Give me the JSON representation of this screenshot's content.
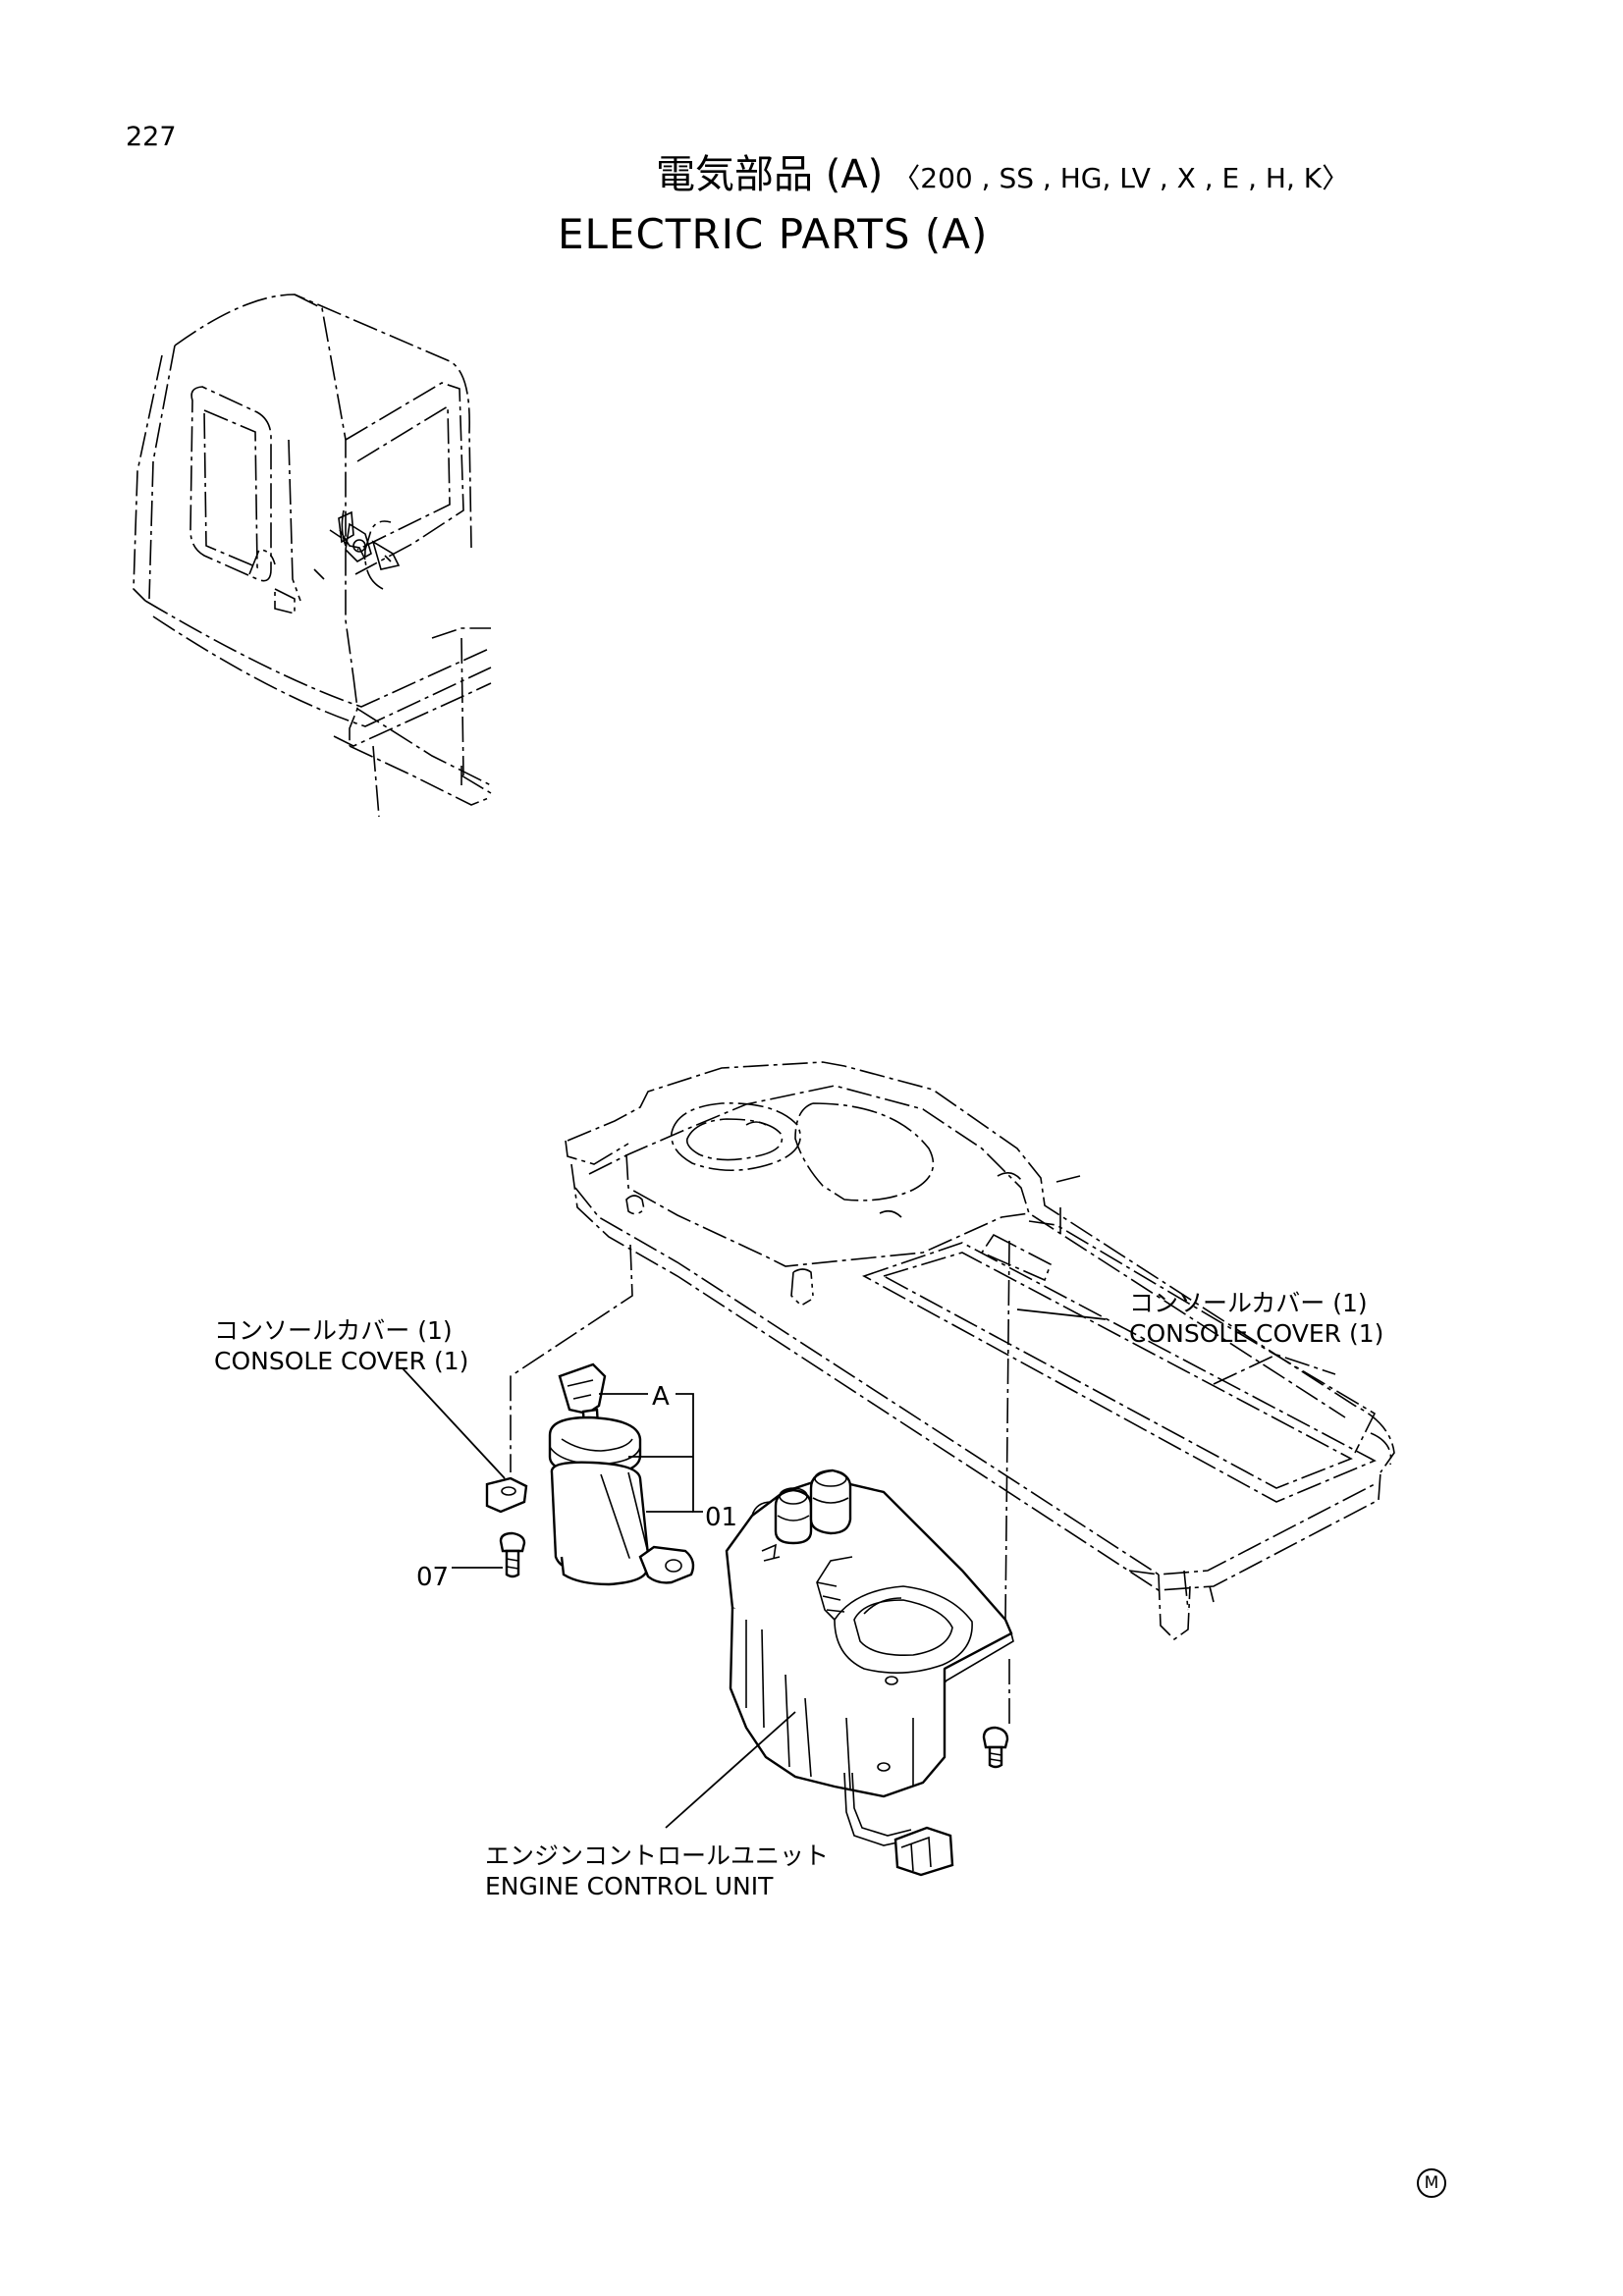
{
  "page": {
    "number": "227",
    "title_jp": "電気部品 (A)",
    "title_models": "〈200 , SS , HG, LV , X , E , H, K〉",
    "title_en": "ELECTRIC PARTS (A)",
    "mark": "M"
  },
  "labels": {
    "console_cover_left_jp": "コンソールカバー (1)",
    "console_cover_left_en": "CONSOLE COVER (1)",
    "console_cover_right_jp": "コンソールカバー (1)",
    "console_cover_right_en": "CONSOLE COVER (1)",
    "ecu_jp": "エンジンコントロールユニット",
    "ecu_en": "ENGINE CONTROL UNIT",
    "callout_a": "A",
    "callout_01": "01",
    "callout_07": "07"
  }
}
